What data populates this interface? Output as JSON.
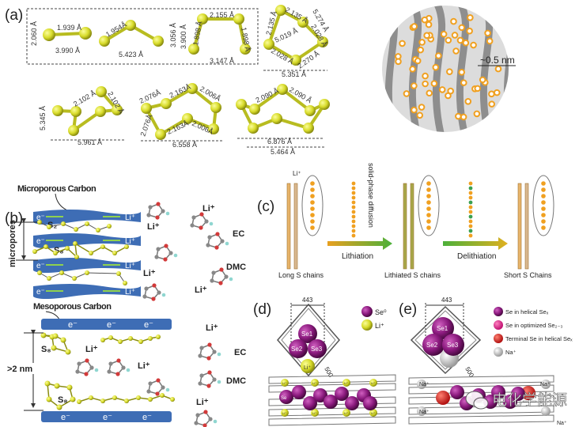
{
  "panel_labels": {
    "a": "(a)",
    "b": "(b)",
    "c": "(c)",
    "d": "(d)",
    "e": "(e)"
  },
  "panel_a": {
    "s2": [
      "1.939 Å",
      "2.060 Å",
      "3.990 Å"
    ],
    "s3": [
      "1.954Å",
      "3.056 Å",
      "5.423 Å"
    ],
    "s4": [
      "2.155 Å",
      "1.898 Å",
      "1.898 Å",
      "3.900 Å",
      "3.147 Å"
    ],
    "s5": [
      "2.135 Å",
      "2.135 Å",
      "5.274 Å",
      "2.028 Å",
      "5.019 Å",
      "2.028 Å",
      "2.270 Å",
      "5.351 Å"
    ],
    "s6": [
      "2.102 Å",
      "2.102 Å",
      "5.345 Å",
      "5.961 Å"
    ],
    "s7": [
      "2.076Å",
      "2.163Å",
      "2.006Å",
      "2.076Å",
      "2.163Å",
      "2.006Å",
      "6.558 Å"
    ],
    "s8": [
      "2.090 Å",
      "2.090 Å",
      "6.876 Å",
      "5.464 Å"
    ],
    "pore_scale": "~0.5 nm"
  },
  "panel_b": {
    "microporous": "Microporous Carbon",
    "mesoporous": "Mesoporous Carbon",
    "micropores": "micropores",
    "gap": ">2 nm",
    "electron": "e⁻",
    "li": "Li⁺",
    "s2": "S₂",
    "s8": "S₈",
    "ec": "EC",
    "dmc": "DMC"
  },
  "panel_c": {
    "li": "Li⁺",
    "diffusion": "solid-phase diffusion",
    "lithiation": "Lithiation",
    "delithiation": "Delithiation",
    "long": "Long S chains",
    "lithiated": "Lithiated S chains",
    "short": "Short S Chains"
  },
  "panel_d": {
    "width": "443",
    "length": "500",
    "atoms": [
      "Se1",
      "Se2",
      "Se3"
    ],
    "li": "Li⁺",
    "se_label": "Se",
    "legend": [
      {
        "label": "Se⁰",
        "color": "#8b1a7e"
      },
      {
        "label": "Li⁺",
        "color": "#e6e21a"
      }
    ]
  },
  "panel_e": {
    "width": "443",
    "length": "500",
    "atoms": [
      "Se1",
      "Se2",
      "Se3"
    ],
    "na": "Na⁺",
    "legend": [
      {
        "label": "Se in helical Seₓ",
        "color": "#8b1a7e"
      },
      {
        "label": "Se in optimized Se₂₋₃",
        "color": "#e0157a"
      },
      {
        "label": "Terminal Se in helical Seₓ",
        "color": "#e0251c"
      },
      {
        "label": "Na⁺",
        "color": "#cfcfcf"
      }
    ]
  },
  "watermark": "电化学能源",
  "colors": {
    "sulfur": "#d7db2a",
    "carbon": "#3e6db5",
    "orange": "#f0a020",
    "selenium": "#8b1a7e"
  }
}
